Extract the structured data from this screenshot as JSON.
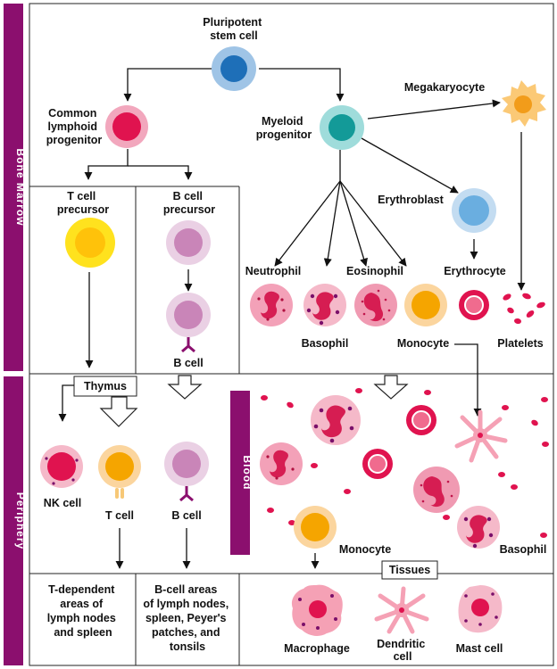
{
  "sidebar": {
    "bone_marrow": "Bone Marrow",
    "periphery": "Periphery"
  },
  "blood_label": "Blood",
  "tissues_label": "Tissues",
  "thymus_label": "Thymus",
  "cells": {
    "pluripotent": [
      "Pluripotent",
      "stem cell"
    ],
    "common_lymphoid": [
      "Common",
      "lymphoid",
      "progenitor"
    ],
    "myeloid": [
      "Myeloid",
      "progenitor"
    ],
    "megakaryocyte": "Megakaryocyte",
    "t_precursor": [
      "T cell",
      "precursor"
    ],
    "b_precursor": [
      "B cell",
      "precursor"
    ],
    "erythroblast": "Erythroblast",
    "neutrophil": "Neutrophil",
    "eosinophil": "Eosinophil",
    "erythrocyte": "Erythrocyte",
    "basophil": "Basophil",
    "monocyte": "Monocyte",
    "platelets": "Platelets",
    "b_cell_marrow": "B cell",
    "nk_cell": "NK cell",
    "t_cell": "T cell",
    "b_cell_periphery": "B cell",
    "monocyte_blood": "Monocyte",
    "basophil_blood": "Basophil",
    "macrophage": "Macrophage",
    "dendritic": [
      "Dendritic",
      "cell"
    ],
    "mast": "Mast cell"
  },
  "bottom": {
    "t_areas": [
      "T-dependent",
      "areas of",
      "lymph nodes",
      "and spleen"
    ],
    "b_areas": [
      "B-cell areas",
      "of lymph nodes,",
      "spleen, Peyer's",
      "patches, and",
      "tonsils"
    ]
  },
  "colors": {
    "sidebar": "#8b0f6e",
    "stem": "#2a7fc6",
    "lymphoid": "#e5135f",
    "myeloid": "#1fa3a3",
    "tcell": "#f5a500",
    "bcell": "#c985b8",
    "erythroblast": "#6aaee0",
    "red": "#e0134f"
  }
}
